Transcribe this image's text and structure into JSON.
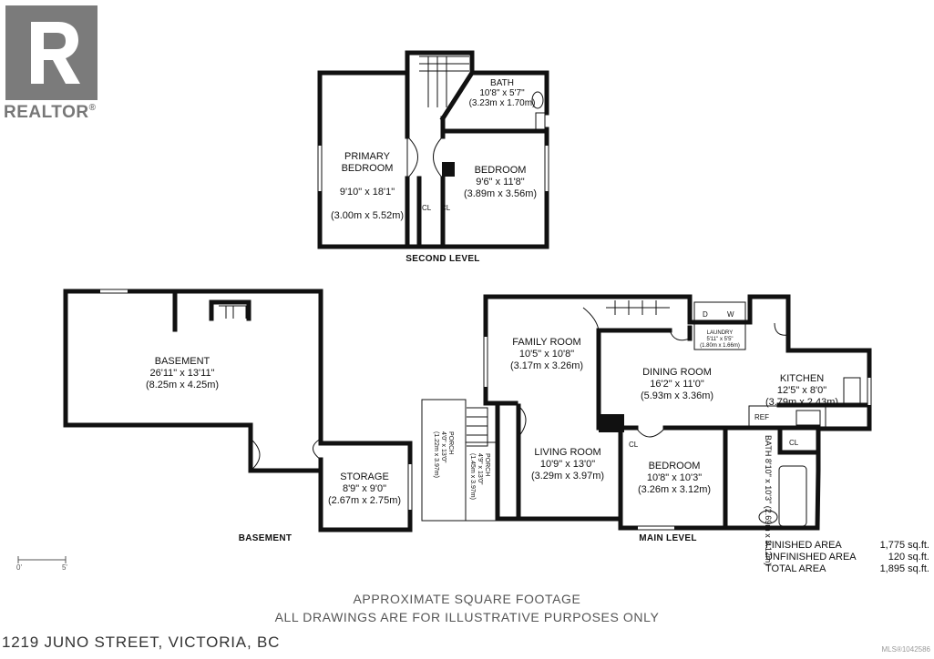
{
  "logo": {
    "text": "REALTOR",
    "reg": "®"
  },
  "rooms": {
    "bath_upper": {
      "name": "BATH",
      "dim": "10'8\" x 5'7\"",
      "metric": "(3.23m x 1.70m)"
    },
    "primary_bedroom": {
      "name": "PRIMARY\nBEDROOM",
      "dim": "9'10\" x 18'1\"",
      "metric": "(3.00m x 5.52m)"
    },
    "bedroom_upper": {
      "name": "BEDROOM",
      "dim": "9'6\" x 11'8\"",
      "metric": "(3.89m x 3.56m)"
    },
    "basement": {
      "name": "BASEMENT",
      "dim": "26'11\" x 13'11\"",
      "metric": "(8.25m x 4.25m)"
    },
    "storage": {
      "name": "STORAGE",
      "dim": "8'9\" x 9'0\"",
      "metric": "(2.67m x 2.75m)"
    },
    "family_room": {
      "name": "FAMILY ROOM",
      "dim": "10'5\" x 10'8\"",
      "metric": "(3.17m x 3.26m)"
    },
    "laundry": {
      "name": "LAUNDRY",
      "dim": "5'11\" x 5'5\"",
      "metric": "(1.80m x 1.66m)"
    },
    "dining_room": {
      "name": "DINING ROOM",
      "dim": "16'2\" x 11'0\"",
      "metric": "(5.93m x 3.36m)"
    },
    "kitchen": {
      "name": "KITCHEN",
      "dim": "12'5\" x 8'0\"",
      "metric": "(3.79m x 2.43m)"
    },
    "living_room": {
      "name": "LIVING ROOM",
      "dim": "10'9\" x 13'0\"",
      "metric": "(3.29m x 3.97m)"
    },
    "bedroom_main": {
      "name": "BEDROOM",
      "dim": "10'8\" x 10'3\"",
      "metric": "(3.26m x 3.12m)"
    },
    "bath_main": {
      "name": "BATH",
      "dim": "8'10\" x 10'3\"",
      "metric": "(2.69m x 3.12m)"
    },
    "porch_1": {
      "name": "PORCH",
      "dim": "4'0\" x 13'0\"",
      "metric": "(1.22m x 3.97m)"
    },
    "porch_2": {
      "name": "PORCH",
      "dim": "4'9\" x 13'0\"",
      "metric": "(1.45m x 3.97m)"
    }
  },
  "tags": {
    "cl": "CL",
    "d": "D",
    "w": "W",
    "ref": "REF"
  },
  "levels": {
    "second": "SECOND LEVEL",
    "basement": "BASEMENT",
    "main": "MAIN LEVEL"
  },
  "areas": [
    {
      "label": "FINISHED AREA",
      "value": "1,775 sq.ft."
    },
    {
      "label": "UNFINISHED AREA",
      "value": "120 sq.ft."
    },
    {
      "label": "TOTAL AREA",
      "value": "1,895 sq.ft."
    }
  ],
  "scale": {
    "zero": "0'",
    "five": "5'"
  },
  "footer": {
    "line1": "APPROXIMATE SQUARE FOOTAGE",
    "line2": "ALL DRAWINGS ARE FOR ILLUSTRATIVE PURPOSES ONLY",
    "address": "1219 JUNO STREET, VICTORIA, BC",
    "mls": "MLS®1042586"
  }
}
